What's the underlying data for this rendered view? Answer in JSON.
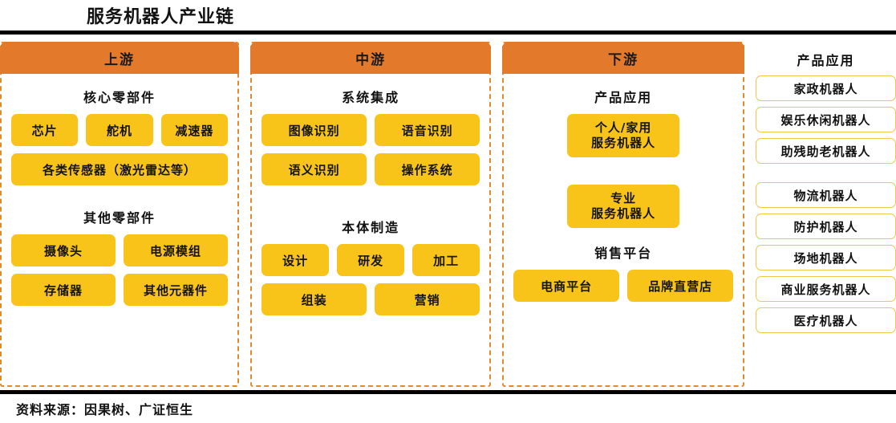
{
  "title": "服务机器人产业链",
  "source": "资料来源：因果树、广证恒生",
  "colors": {
    "header_orange": "#E3792B",
    "pill_yellow": "#F8C41A",
    "dashed_border": "#E08A2E",
    "app_border": "#F0C74A",
    "rule_black": "#000000"
  },
  "columns": {
    "upstream": {
      "header": "上游",
      "groups": [
        {
          "title": "核心零部件",
          "rows": [
            [
              "芯片",
              "舵机",
              "减速器"
            ],
            [
              "各类传感器（激光雷达等）"
            ]
          ]
        },
        {
          "title": "其他零部件",
          "rows": [
            [
              "摄像头",
              "电源模组"
            ],
            [
              "存储器",
              "其他元器件"
            ]
          ]
        }
      ]
    },
    "midstream": {
      "header": "中游",
      "groups": [
        {
          "title": "系统集成",
          "rows": [
            [
              "图像识别",
              "语音识别"
            ],
            [
              "语义识别",
              "操作系统"
            ]
          ]
        },
        {
          "title": "本体制造",
          "rows": [
            [
              "设计",
              "研发",
              "加工"
            ],
            [
              "组装",
              "营销"
            ]
          ]
        }
      ]
    },
    "downstream": {
      "header": "下游",
      "groups": [
        {
          "title": "产品应用",
          "items": [
            {
              "line1": "个人/家用",
              "line2": "服务机器人"
            },
            {
              "line1": "专业",
              "line2": "服务机器人"
            }
          ]
        },
        {
          "title": "销售平台",
          "rows": [
            [
              "电商平台",
              "品牌直营店"
            ]
          ]
        }
      ]
    }
  },
  "applications": {
    "title": "产品应用",
    "group_personal": [
      "家政机器人",
      "娱乐休闲机器人",
      "助残助老机器人"
    ],
    "group_professional": [
      "物流机器人",
      "防护机器人",
      "场地机器人",
      "商业服务机器人",
      "医疗机器人"
    ]
  }
}
